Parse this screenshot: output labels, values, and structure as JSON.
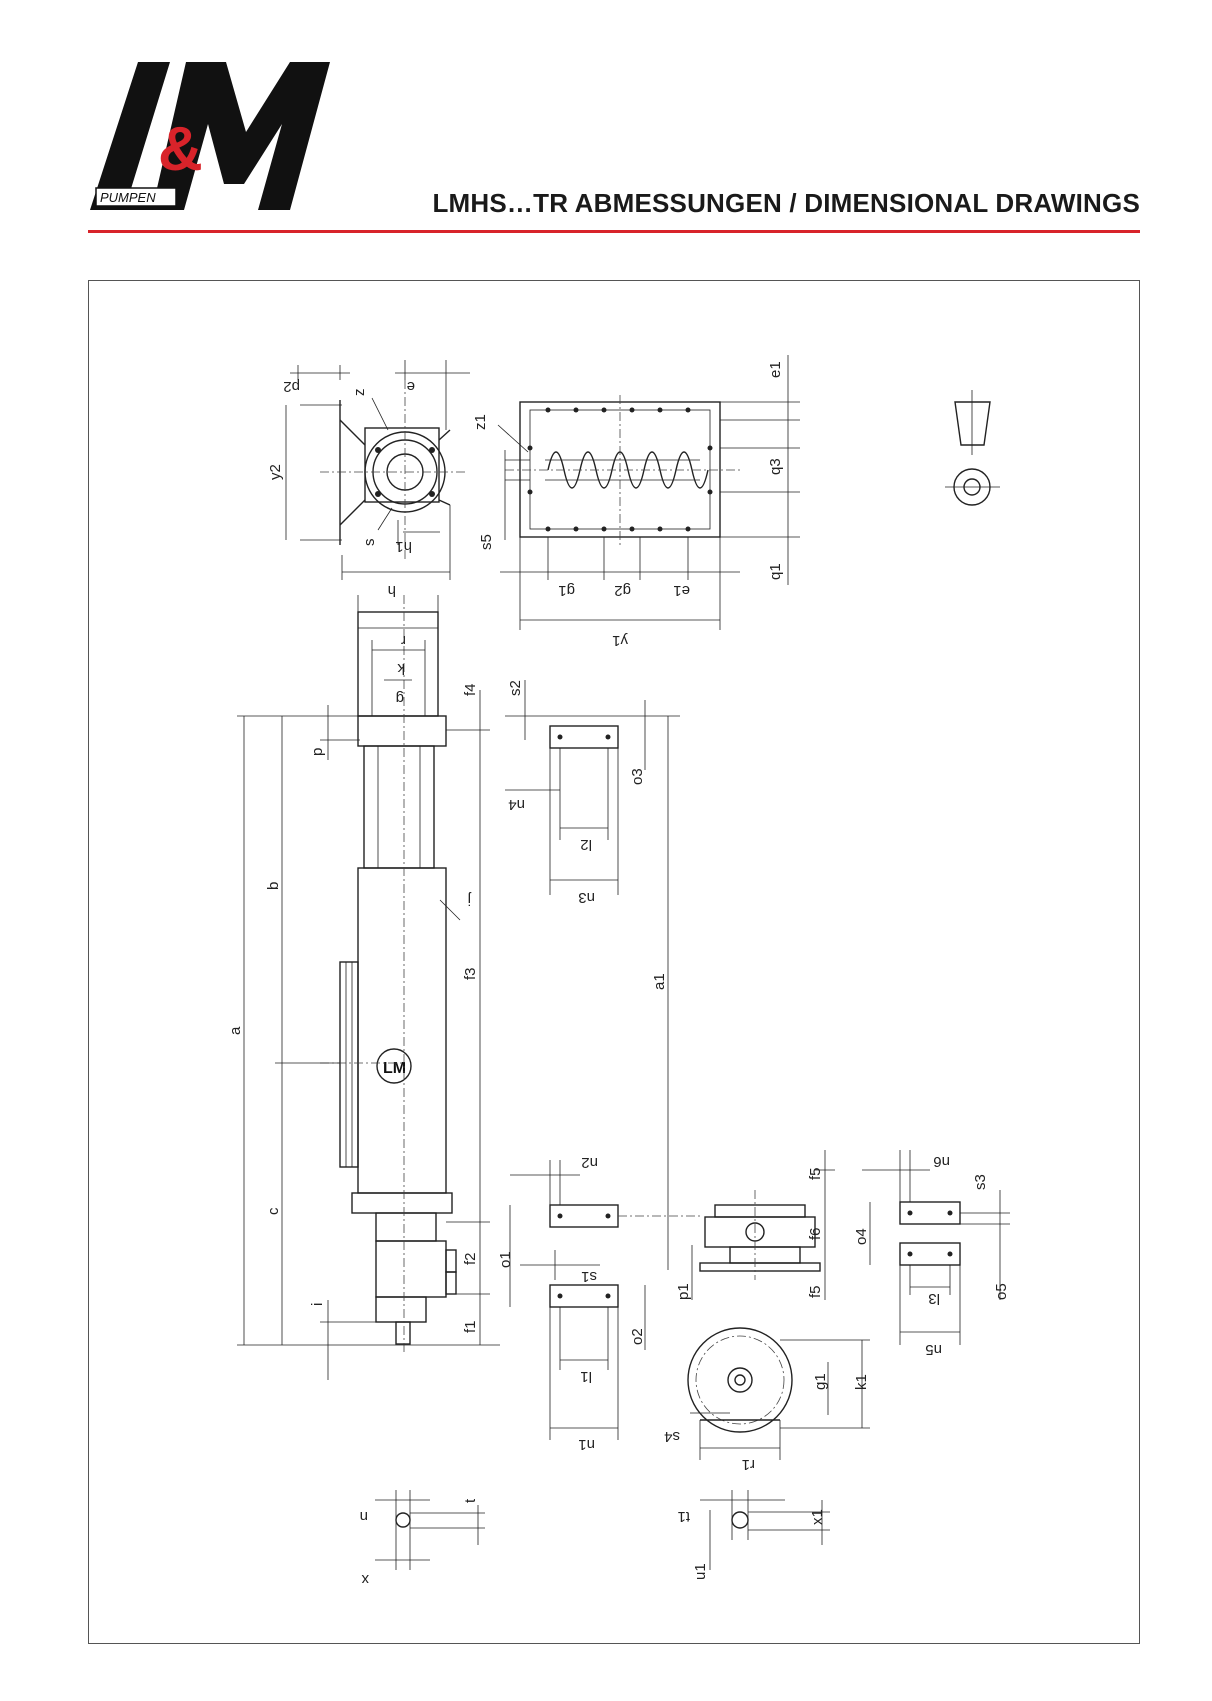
{
  "header": {
    "title": "LMHS…TR  ABMESSUNGEN / DIMENSIONAL DRAWINGS",
    "logo_text": "L&M",
    "logo_sub": "PUMPEN",
    "accent_color": "#d8232a"
  },
  "labels": {
    "p2": "p2",
    "e": "e",
    "z": "z",
    "s": "s",
    "y2": "y2",
    "h1": "h1",
    "h": "h",
    "e1_top": "e1",
    "z1": "z1",
    "q3": "q3",
    "s5": "s5",
    "q1_bottom": "q1",
    "g1_side": "g1",
    "g2": "g2",
    "e1_side": "e1",
    "y1": "y1",
    "r": "r",
    "k": "k",
    "g": "g",
    "f4": "f4",
    "s2": "s2",
    "p": "p",
    "o3": "o3",
    "n4": "n4",
    "l2": "l2",
    "n3": "n3",
    "a": "a",
    "b": "b",
    "c": "c",
    "j": "j",
    "f3": "f3",
    "a1": "a1",
    "f2": "f2",
    "i": "i",
    "f1": "f1",
    "n2": "n2",
    "o1": "o1",
    "s1": "s1",
    "o2": "o2",
    "l1": "l1",
    "n1": "n1",
    "p1": "p1",
    "f5_top": "f5",
    "f6": "f6",
    "f5_bottom": "f5",
    "n6": "n6",
    "s3": "s3",
    "o4": "o4",
    "o5": "o5",
    "l3": "l3",
    "n5": "n5",
    "s4": "s4",
    "g1": "g1",
    "k1": "k1",
    "r1": "r1",
    "n": "n",
    "t": "t",
    "x": "x",
    "t1": "t1",
    "x1": "x1",
    "u1": "u1"
  }
}
